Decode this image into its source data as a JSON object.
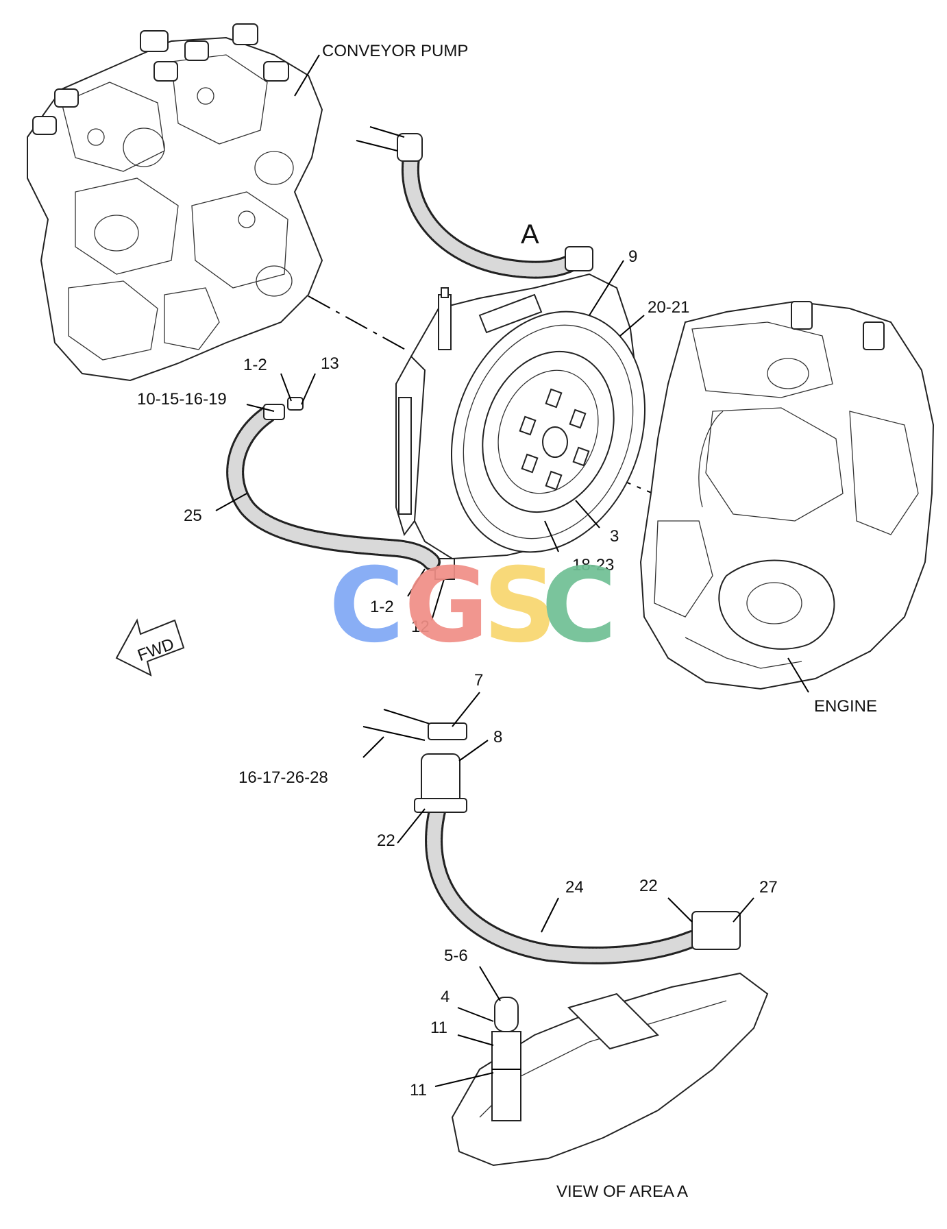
{
  "labels": {
    "conveyor_pump": "CONVEYOR  PUMP",
    "engine": "ENGINE",
    "area_a": "A",
    "view_of_area_a": "VIEW OF AREA A",
    "fwd": "FWD"
  },
  "callouts": {
    "c9": "9",
    "c20_21": "20-21",
    "c13": "13",
    "c1_2_top": "1-2",
    "c10_15_16_19": "10-15-16-19",
    "c25": "25",
    "c3": "3",
    "c18_23": "18-23",
    "c1_2_bottom": "1-2",
    "c12": "12",
    "c7": "7",
    "c8": "8",
    "c16_17_26_28": "16-17-26-28",
    "c22_left": "22",
    "c24": "24",
    "c22_right": "22",
    "c27": "27",
    "c5_6": "5-6",
    "c4": "4",
    "c11_upper": "11",
    "c11_lower": "11"
  },
  "watermark": {
    "letters": [
      "C",
      "G",
      "S",
      "C"
    ],
    "colors": [
      "#7fa8f5",
      "#f08e86",
      "#f8d66e",
      "#6fbf94"
    ]
  }
}
